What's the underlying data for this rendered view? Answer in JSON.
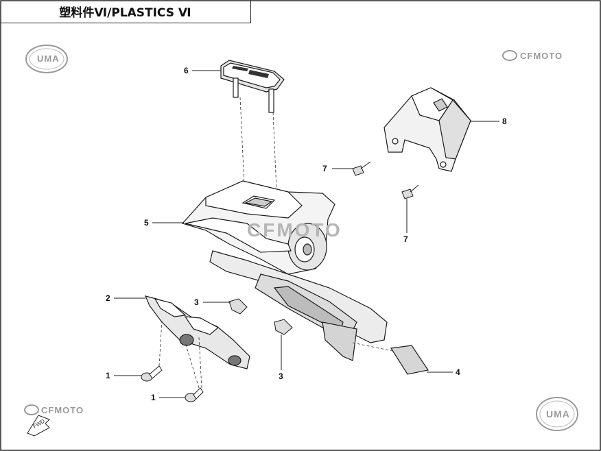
{
  "title": "塑料件Ⅵ/PLASTICS Ⅵ",
  "watermarks": {
    "uma_top": "UMA",
    "cfmoto_top": "CFMOTO",
    "cfmoto_center": "CFMOTO",
    "cfmoto_bottom": "CFMOTO",
    "uma_bottom": "UMA"
  },
  "callouts": [
    {
      "id": "c6",
      "label": "6"
    },
    {
      "id": "c8",
      "label": "8"
    },
    {
      "id": "c7a",
      "label": "7"
    },
    {
      "id": "c7b",
      "label": "7"
    },
    {
      "id": "c5",
      "label": "5"
    },
    {
      "id": "c2",
      "label": "2"
    },
    {
      "id": "c3a",
      "label": "3"
    },
    {
      "id": "c3b",
      "label": "3"
    },
    {
      "id": "c4",
      "label": "4"
    },
    {
      "id": "c1a",
      "label": "1"
    },
    {
      "id": "c1b",
      "label": "1"
    }
  ],
  "colors": {
    "line": "#1a1a1a",
    "watermark": "#9a9a9a",
    "part_shade": "#d8d8d8",
    "dark_fill": "#555555"
  }
}
